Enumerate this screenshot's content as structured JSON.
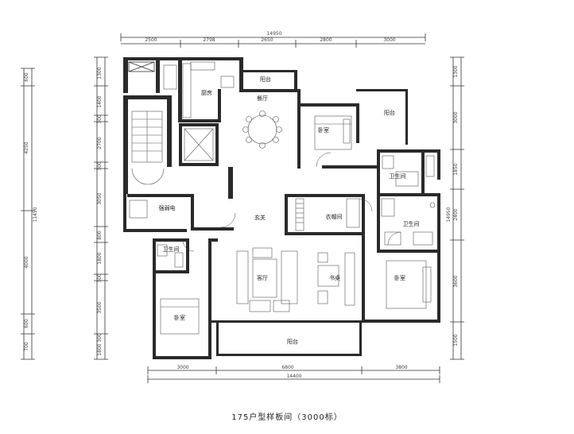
{
  "caption": "175户型样板间（3000标）",
  "rooms": {
    "balcony_top": "阳台",
    "kitchen": "厨房",
    "dining": "餐厅",
    "bedroom_ne": "卧室",
    "balcony_ne": "阳台",
    "weak_current": "强弱电",
    "foyer": "玄关",
    "cloakroom": "衣帽间",
    "bath_ne_small": "卫生间",
    "bath_e": "卫生间",
    "bath_w": "卫生间",
    "living": "客厅",
    "study": "书桌",
    "bedroom_e": "卧室",
    "bedroom_sw": "卧室",
    "balcony_bottom": "阳台"
  },
  "dims_top": {
    "total": "14950",
    "segments": [
      "2500",
      "2798",
      "2650",
      "2800",
      "3000"
    ]
  },
  "dims_bottom": {
    "total": "14400",
    "segments": [
      "3000",
      "6800",
      "3800"
    ]
  },
  "dims_left_inner": [
    "1300",
    "1400",
    "300",
    "2700",
    "300",
    "3050",
    "800",
    "1800",
    "300",
    "3500",
    "300",
    "1800"
  ],
  "dims_left_outer": {
    "total": "11450",
    "segments": [
      "600",
      "4250",
      "4000",
      "600",
      "700"
    ]
  },
  "dims_right": {
    "total": "14950",
    "segments": [
      "1300",
      "3000",
      "1850",
      "2400",
      "3600",
      "1500"
    ]
  }
}
